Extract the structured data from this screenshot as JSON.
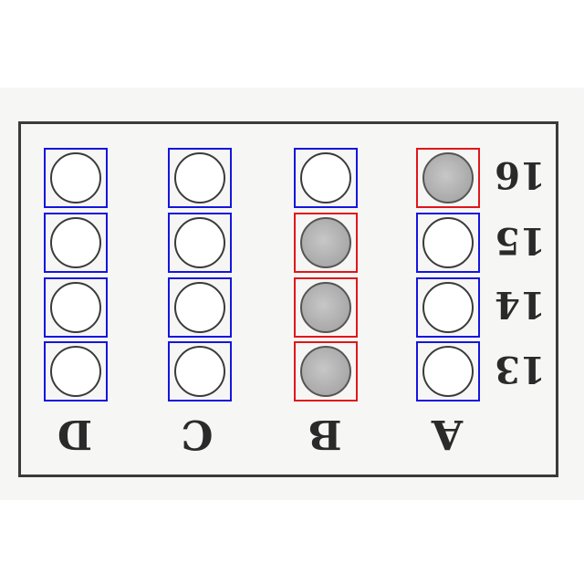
{
  "colors": {
    "filled_box": "#e0161b",
    "empty_box": "#1515e0"
  },
  "columns": [
    "D",
    "C",
    "B",
    "A"
  ],
  "rows": [
    {
      "label": "16",
      "marks": [
        false,
        false,
        false,
        true
      ]
    },
    {
      "label": "15",
      "marks": [
        false,
        false,
        true,
        false
      ]
    },
    {
      "label": "14",
      "marks": [
        false,
        false,
        true,
        false
      ]
    },
    {
      "label": "13",
      "marks": [
        false,
        false,
        true,
        false
      ]
    }
  ]
}
